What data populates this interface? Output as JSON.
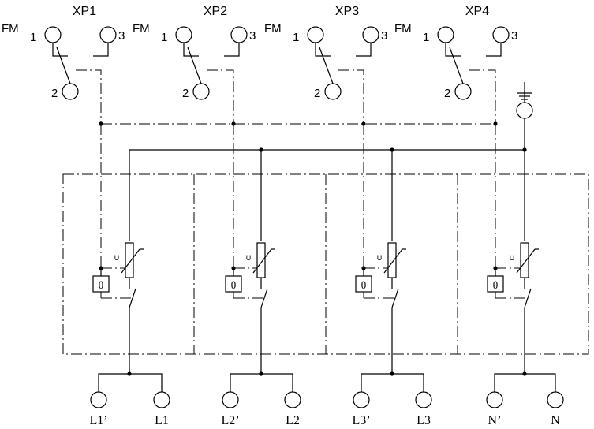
{
  "diagram": {
    "title": "SPD wiring schematic with remote signalling contacts",
    "signal_groups": [
      {
        "label": "XP1",
        "fm_label": "FM",
        "pin1": "1",
        "pin2": "2",
        "pin3": "3"
      },
      {
        "label": "XP2",
        "fm_label": "FM",
        "pin1": "1",
        "pin2": "2",
        "pin3": "3"
      },
      {
        "label": "XP3",
        "fm_label": "FM",
        "pin1": "1",
        "pin2": "2",
        "pin3": "3"
      },
      {
        "label": "XP4",
        "fm_label": "FM",
        "pin1": "1",
        "pin2": "2",
        "pin3": "3"
      }
    ],
    "modules": [
      {
        "varistor_symbol": "U",
        "thermal_symbol": "θ"
      },
      {
        "varistor_symbol": "U",
        "thermal_symbol": "θ"
      },
      {
        "varistor_symbol": "U",
        "thermal_symbol": "θ"
      },
      {
        "varistor_symbol": "U",
        "thermal_symbol": "θ"
      }
    ],
    "terminals": [
      {
        "left": "L1’",
        "right": "L1"
      },
      {
        "left": "L2’",
        "right": "L2"
      },
      {
        "left": "L3’",
        "right": "L3"
      },
      {
        "left": "N’",
        "right": "N"
      }
    ],
    "ground_symbol": "earth-ground"
  }
}
